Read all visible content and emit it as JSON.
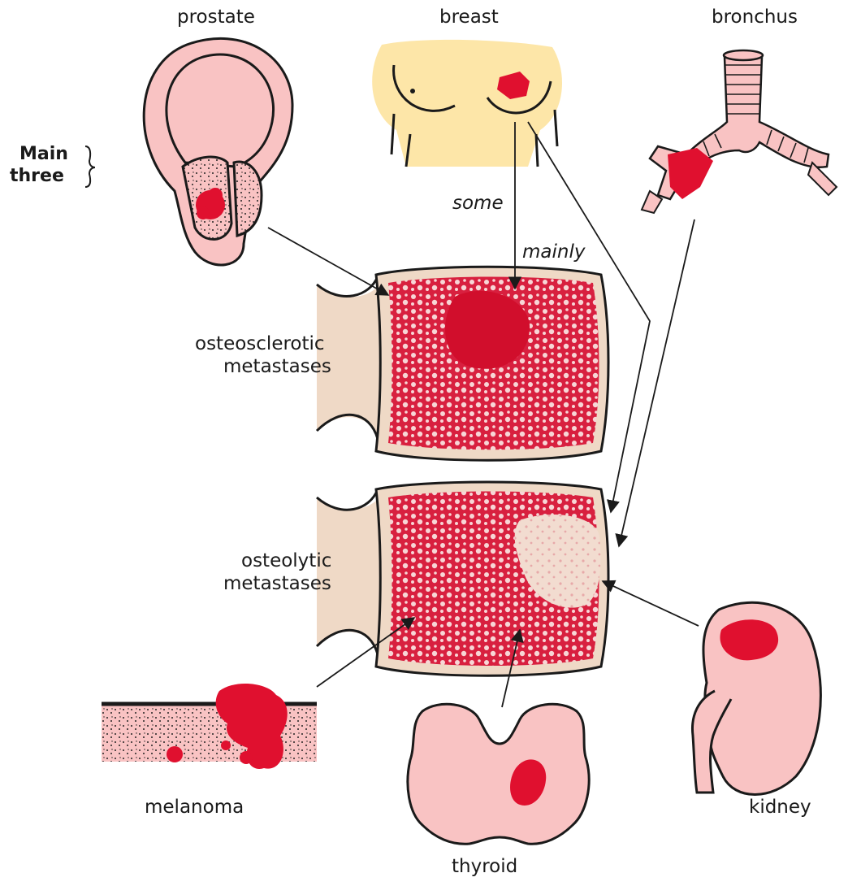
{
  "labels": {
    "prostate": "prostate",
    "breast": "breast",
    "bronchus": "bronchus",
    "main": "Main",
    "three": "three",
    "some": "some",
    "mainly": "mainly",
    "osteosclerotic_line1": "osteosclerotic",
    "osteosclerotic_line2": "metastases",
    "osteolytic_line1": "osteolytic",
    "osteolytic_line2": "metastases",
    "melanoma": "melanoma",
    "thyroid": "thyroid",
    "kidney": "kidney"
  },
  "colors": {
    "tumor_red": "#e0102f",
    "tissue_pink": "#f9c3c3",
    "skin_yellow": "#fde6a8",
    "bone_beige": "#efd9c6",
    "marrow_red": "#d8203f",
    "outline": "#1a1a1a"
  }
}
